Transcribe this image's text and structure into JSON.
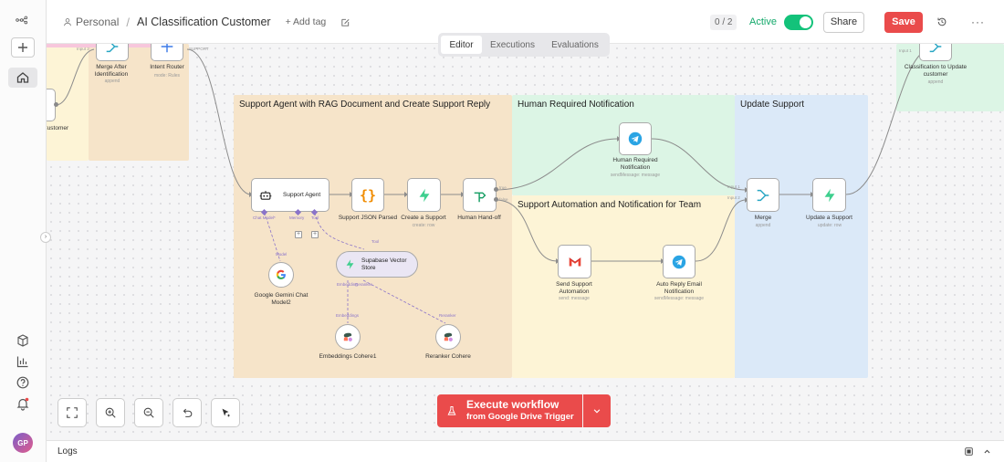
{
  "header": {
    "project": "Personal",
    "separator": "/",
    "workflow_name": "AI Classification Customer",
    "add_tag": "+ Add tag",
    "counter": "0 / 2",
    "active_label": "Active",
    "share_label": "Share",
    "save_label": "Save"
  },
  "tabs": [
    {
      "label": "Editor",
      "active": true
    },
    {
      "label": "Executions",
      "active": false
    },
    {
      "label": "Evaluations",
      "active": false
    }
  ],
  "rail": {
    "avatar_initials": "GP"
  },
  "stickies": {
    "support_agent": "Support Agent with RAG Document and Create Support Reply",
    "human_required": "Human Required Notification",
    "update_support": "Update Support",
    "support_automation": "Support Automation and Notification for Team"
  },
  "nodes": {
    "customer": {
      "label": "Customer"
    },
    "merge_after": {
      "label": "Merge After Identification",
      "sub": "append",
      "input_tag": "Input 2"
    },
    "intent_router": {
      "label": "Intent Router",
      "sub": "mode: Rules",
      "out_tag": "SUPPORT"
    },
    "support_agent": {
      "label": "Support Agent",
      "chat_model": "Chat Model*",
      "memory": "Memory",
      "tool": "Tool"
    },
    "json_parsed": {
      "label": "Support JSON Parsed"
    },
    "create_support": {
      "label": "Create a Support",
      "sub": "create: row"
    },
    "handoff": {
      "label": "Human Hand-off",
      "true_tag": "true",
      "false_tag": "false"
    },
    "human_notify": {
      "label": "Human Required Notification",
      "sub": "sendMessage: message"
    },
    "send_automation": {
      "label": "Send Support Automation",
      "sub": "send: message"
    },
    "auto_reply": {
      "label": "Auto Reply Email Notification",
      "sub": "sendMessage: message"
    },
    "merge": {
      "label": "Merge",
      "sub": "append",
      "input1": "Input 1",
      "input2": "Input 2"
    },
    "update_support": {
      "label": "Update a Support",
      "sub": "update: row"
    },
    "gemini": {
      "label": "Google Gemini Chat Model2",
      "tag": "Model"
    },
    "vector_store": {
      "label": "Supabase Vector Store",
      "tool_tag": "Tool",
      "embedding_tag": "Embedding",
      "reranker_tag": "Reranker"
    },
    "emb_cohere": {
      "label": "Embeddings Cohere1",
      "tag": "Embeddings"
    },
    "reranker_cohere": {
      "label": "Reranker Cohere",
      "tag": "Reranker"
    },
    "classification": {
      "label": "Classification to Update customer",
      "sub": "append",
      "input_tag": "Input 1"
    }
  },
  "execute": {
    "title": "Execute workflow",
    "subtitle": "from Google Drive Trigger"
  },
  "logs": {
    "label": "Logs"
  },
  "colors": {
    "accent": "#ea4b4b",
    "toggle": "#13c27a",
    "sticky_orange": "#f6e4c9",
    "sticky_green": "#dcf5e5",
    "sticky_blue": "#dbe9f8",
    "sticky_yellow": "#fdf4d6"
  }
}
